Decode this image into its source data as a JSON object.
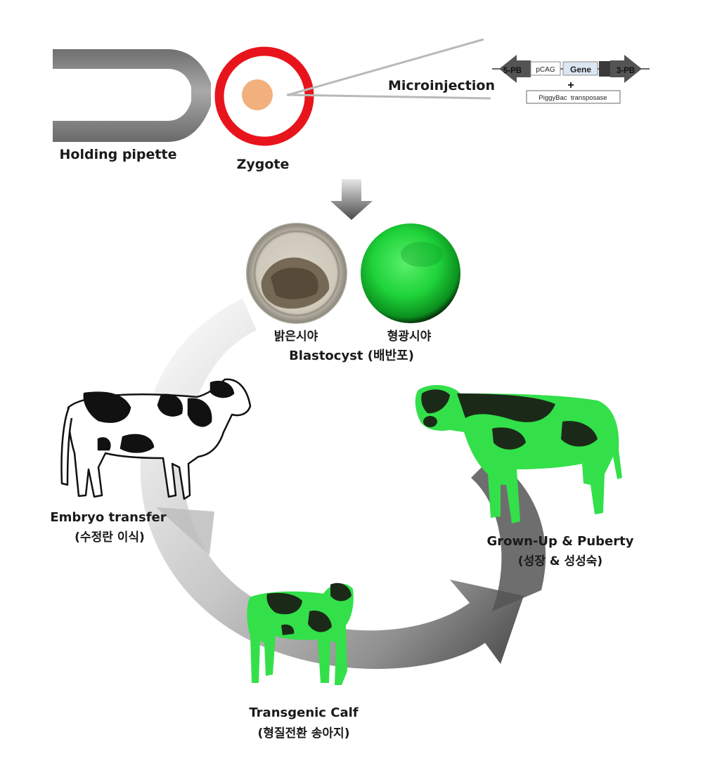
{
  "labels": {
    "holding_pipette": "Holding pipette",
    "zygote": "Zygote",
    "microinjection": "Microinjection",
    "brightfield": "밝은시야",
    "fluorescence": "형광시야",
    "blastocyst": "Blastocyst (배반포)",
    "embryo_transfer": "Embryo transfer",
    "embryo_transfer_ko": "(수정란 이식)",
    "grown_up": "Grown-Up & Puberty",
    "grown_up_ko": "(성장 & 성성숙)",
    "calf": "Transgenic Calf",
    "calf_ko": "(형질전환 송아지)"
  },
  "construct": {
    "left_arm": "5-PB",
    "promoter": "pCAG",
    "gene": "Gene",
    "right_arm": "3-PB",
    "plus": "+",
    "transposase": "PiggyBac  transposase"
  },
  "colors": {
    "zygote_ring": "#e8141c",
    "nucleus": "#f2b07e",
    "pipette": "#8c8c8c",
    "fluorescent_green": "#33e04a",
    "cycle_arrow_light": "#eeeeee",
    "cycle_arrow_dark": "#555555"
  }
}
